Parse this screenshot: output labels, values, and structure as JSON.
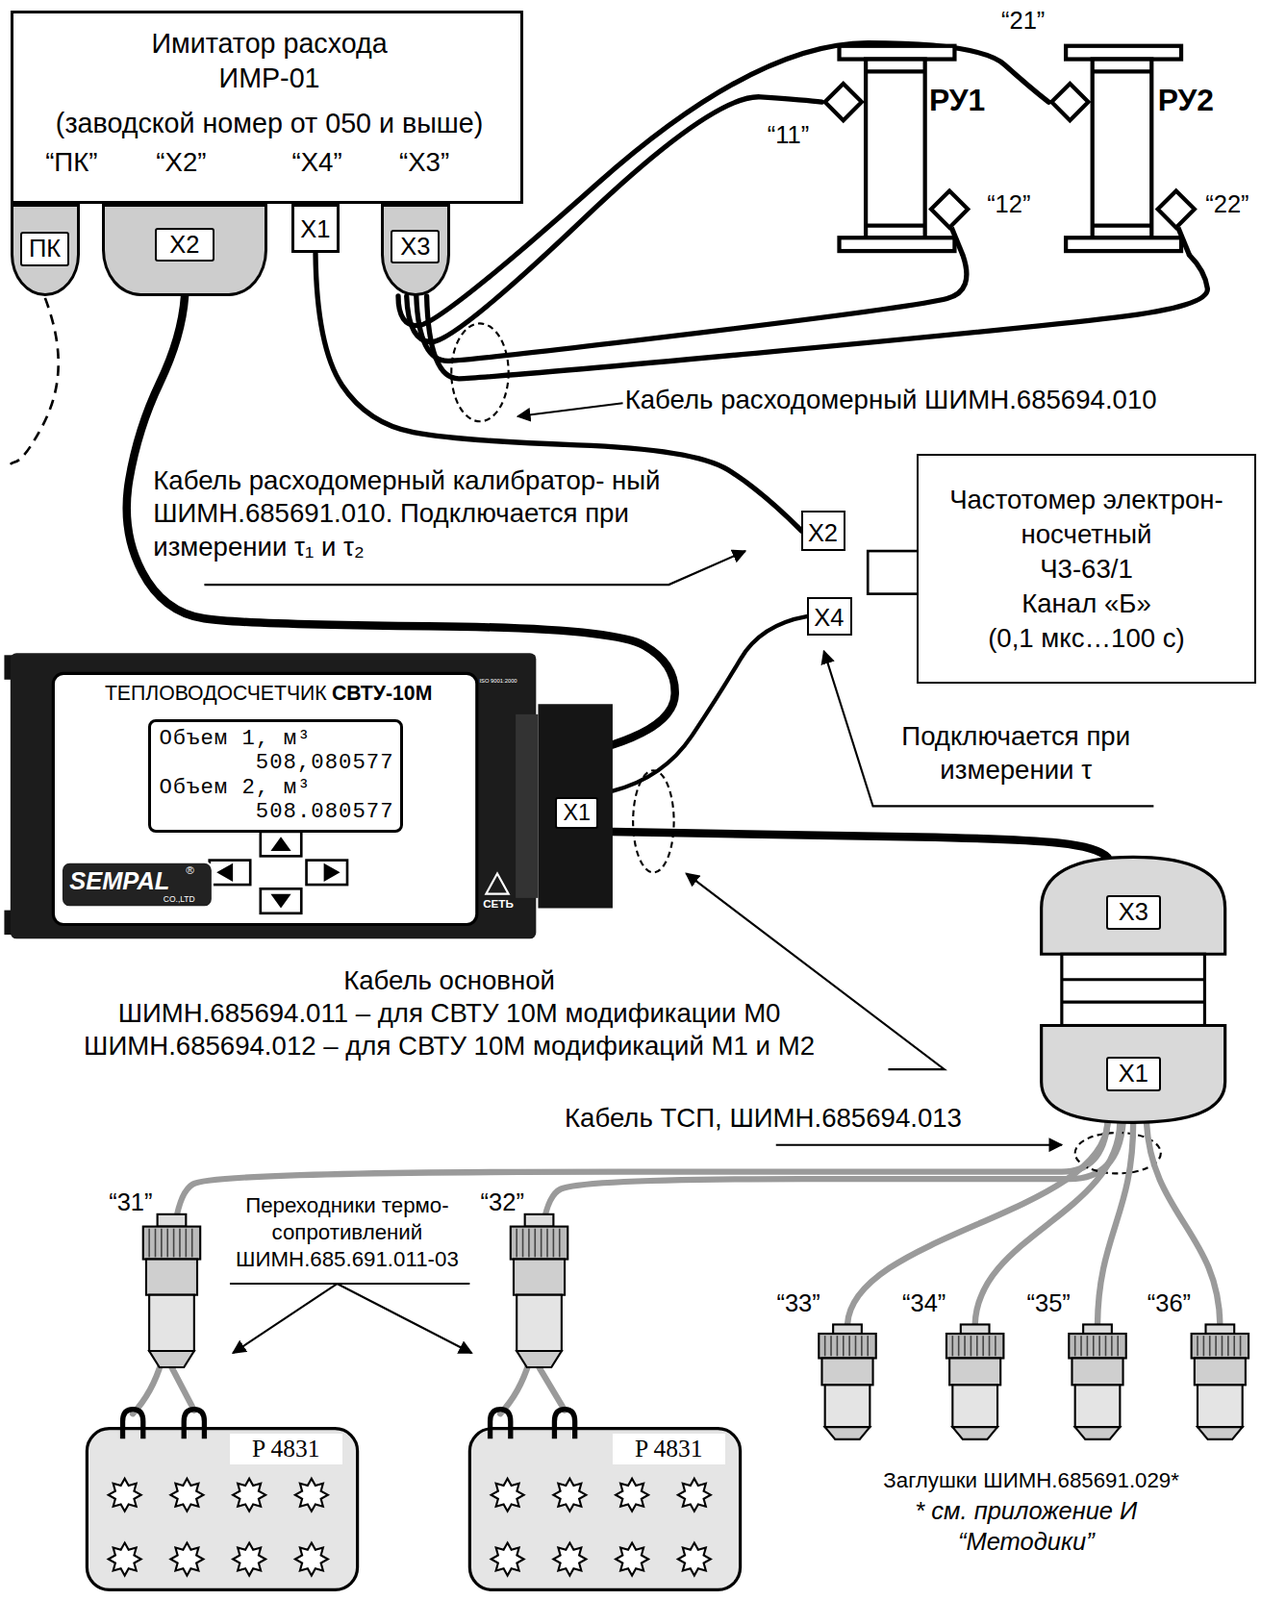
{
  "diagram": {
    "nodes": [
      {
        "text": [
          "Имитатор расхода ИМР-01",
          "(заводской номер от 050 и выше)"
        ]
      },
      {
        "text": [
          "РУ1"
        ]
      },
      {
        "text": [
          "РУ2"
        ]
      },
      {
        "text": [
          "ПК"
        ]
      },
      {
        "text": [
          "X2"
        ]
      },
      {
        "text": [
          "X1"
        ]
      },
      {
        "text": [
          "X3"
        ]
      },
      {
        "text": [
          "X2"
        ]
      },
      {
        "text": [
          "Частотомер электрон- носчетный",
          "Ч3-63/1",
          "Канал «Б»",
          "(0,1 мкс…100 с)"
        ]
      },
      {
        "text": [
          "X4"
        ]
      },
      {
        "text": [
          "ТЕПЛОВОДОСЧЕТЧИК",
          "СВТУ-10М"
        ]
      },
      {
        "text": [
          "Объем 1, м³",
          "508,080577",
          "Объем 2, м³",
          "508.080577"
        ],
        "in": 10
      },
      {
        "text": [
          "X3",
          "X1"
        ]
      },
      {
        "text": [
          "P 4831"
        ]
      },
      {
        "text": [
          "P 4831"
        ]
      }
    ],
    "edges": [
      {
        "from": 6,
        "to": 1,
        "label": "“11”",
        "arrow": "none"
      },
      {
        "from": 6,
        "to": 1,
        "label": "“12”",
        "arrow": "none"
      },
      {
        "from": 6,
        "to": 2,
        "label": "“21”",
        "arrow": "none"
      },
      {
        "from": 6,
        "to": 2,
        "label": "“22”",
        "arrow": "none"
      },
      {
        "from": 4,
        "to": 10,
        "arrow": "none"
      },
      {
        "from": 5,
        "to": 7,
        "arrow": "none"
      },
      {
        "from": 9,
        "to": 10,
        "arrow": "none"
      },
      {
        "from": 10,
        "to": 12,
        "arrow": "none"
      },
      {
        "from": 12,
        "to": 13,
        "arrow": "none"
      },
      {
        "from": 12,
        "to": 14,
        "arrow": "none"
      }
    ],
    "labels": [
      "“ПК”",
      "“Х2”",
      "“Х4”",
      "“Х3”",
      "Кабель расходомерный ШИМН.685694.010",
      "Кабель расходомерный калибратор- ный ШИМН.685691.010. Подключается при измерении τ₁ и τ₂",
      "Подключается при измерении τ",
      "X1",
      "ISO 9001:2000",
      "SEMPAL",
      "®",
      "CO.,LTD",
      "СЕТЬ",
      "Кабель основной",
      "ШИМН.685694.011 – для СВТУ 10М модификации М0",
      "ШИМН.685694.012 – для СВТУ 10М модификаций М1 и М2",
      "Кабель ТСП, ШИМН.685694.013",
      "“31”",
      "Переходники термо- сопротивлений ШИМН.685.691.011-03",
      "“32”",
      "“33”",
      "“34”",
      "“35”",
      "“36”",
      "Заглушки ШИМН.685691.029*",
      "* см. приложение И “Методики”"
    ]
  }
}
